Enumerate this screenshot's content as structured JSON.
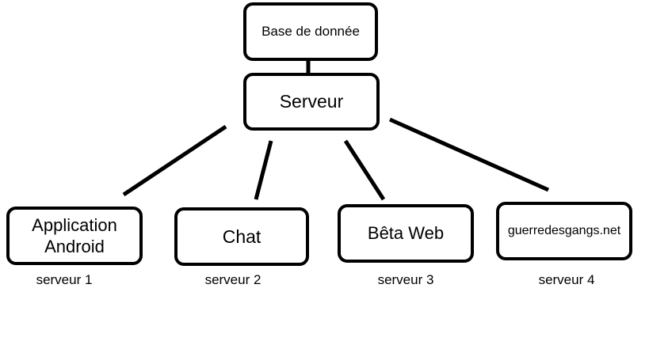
{
  "diagram": {
    "database": {
      "label": "Base de donnée"
    },
    "server": {
      "label": "Serveur"
    },
    "children": [
      {
        "label": "Application\nAndroid",
        "caption": "serveur 1"
      },
      {
        "label": "Chat",
        "caption": "serveur 2"
      },
      {
        "label": "Bêta Web",
        "caption": "serveur 3"
      },
      {
        "label": "guerredesgangs.net",
        "caption": "serveur 4"
      }
    ],
    "colors": {
      "stroke": "#000000",
      "fill": "#ffffff",
      "text": "#000000"
    }
  }
}
